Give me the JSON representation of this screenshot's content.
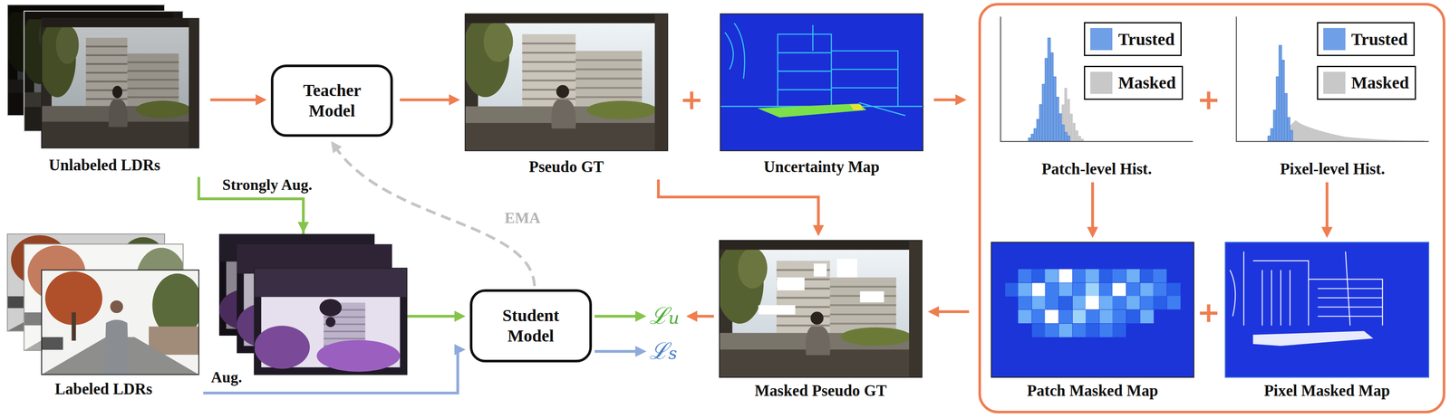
{
  "diagram": {
    "nodes": [
      {
        "text": [
          "Unlabeled LDRs"
        ]
      },
      {
        "text": [
          "Teacher Model"
        ]
      },
      {
        "text": [
          "Pseudo GT"
        ]
      },
      {
        "text": [
          "Uncertainty Map"
        ]
      },
      {
        "text": []
      },
      {
        "text": [
          "Patch-level Hist."
        ],
        "in": 4
      },
      {
        "text": [
          "Pixel-level Hist."
        ],
        "in": 4
      },
      {
        "text": [
          "Patch Masked Map"
        ],
        "in": 4
      },
      {
        "text": [
          "Pixel Masked Map"
        ],
        "in": 4
      },
      {
        "text": [
          "Labeled LDRs"
        ]
      },
      {
        "text": [
          "Student Model"
        ]
      },
      {
        "text": [
          "Masked Pseudo GT"
        ]
      }
    ],
    "edges": [
      {
        "from": 0,
        "to": 1,
        "arrow": "to"
      },
      {
        "from": 1,
        "to": 2,
        "arrow": "to"
      },
      {
        "from": 2,
        "to": 11,
        "arrow": "to"
      },
      {
        "from": 3,
        "to": 4,
        "arrow": "to"
      },
      {
        "from": 5,
        "to": 7,
        "arrow": "to"
      },
      {
        "from": 6,
        "to": 8,
        "arrow": "to"
      },
      {
        "from": 4,
        "to": 11,
        "arrow": "to"
      },
      {
        "from": 0,
        "to": 10,
        "label": "Strongly Aug.",
        "arrow": "to"
      },
      {
        "from": 9,
        "to": 10,
        "label": "Aug.",
        "arrow": "to"
      },
      {
        "from": 10,
        "to": 1,
        "label": "EMA",
        "arrow": "to"
      }
    ],
    "labels": [
      "+",
      "+",
      "+",
      "ℒu",
      "ℒs"
    ],
    "legend": [
      {
        "text": "Trusted",
        "color": "#6f9fe6"
      },
      {
        "text": "Masked",
        "color": "#c8c8c8"
      },
      {
        "text": "Trusted",
        "color": "#6f9fe6"
      },
      {
        "text": "Masked",
        "color": "#c8c8c8"
      }
    ]
  }
}
